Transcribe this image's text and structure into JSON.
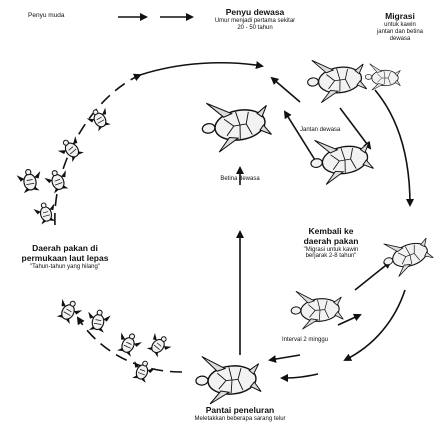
{
  "labels": {
    "hatchling": "Penyu muda",
    "adult_title": "Penyu dewasa",
    "adult_sub1": "Umur menjadi pertama sekitar",
    "adult_sub2": "20 - 50 tahun",
    "migration_title": "Migrasi",
    "migration_sub1": "untuk kawin",
    "migration_sub2": "jantan dan betina",
    "migration_sub3": "dewasa",
    "male_adult": "Jantan dewasa",
    "female_adult": "Betina dewasa",
    "feeding_title1": "Daerah pakan di",
    "feeding_title2": "permukaan laut lepas",
    "feeding_sub": "\"Tahun-tahun yang hilang\"",
    "return_title1": "Kembali ke",
    "return_title2": "daerah pakan",
    "return_sub1": "\"Migrasi untuk kawin",
    "return_sub2": "berjarak 2-8 tahun\"",
    "interval": "Interval 2 minggu",
    "nesting_title": "Pantai peneluran",
    "nesting_sub": "Meletakkan beberapa sarang telur"
  },
  "icons": {
    "turtle": "sea-turtle-icon",
    "arrow": "arrow-icon"
  },
  "colors": {
    "ink": "#111111",
    "shell": "#f2f2f2"
  }
}
